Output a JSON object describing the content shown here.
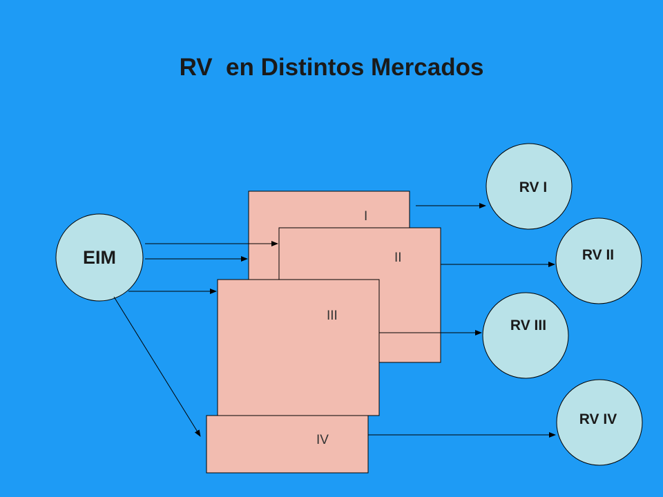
{
  "title": "RV  en Distintos Mercados",
  "source_node": {
    "label": "EIM"
  },
  "markets": [
    {
      "id": "I",
      "label": "I"
    },
    {
      "id": "II",
      "label": "II"
    },
    {
      "id": "III",
      "label": "III"
    },
    {
      "id": "IV",
      "label": "IV"
    }
  ],
  "outcomes": [
    {
      "id": "rv1",
      "label": "RV I"
    },
    {
      "id": "rv2",
      "label": "RV II"
    },
    {
      "id": "rv3",
      "label": "RV III"
    },
    {
      "id": "rv4",
      "label": "RV IV"
    }
  ],
  "colors": {
    "background": "#1E9BF5",
    "market_box": "#F2BCB0",
    "node_fill": "#B9E2E8"
  }
}
